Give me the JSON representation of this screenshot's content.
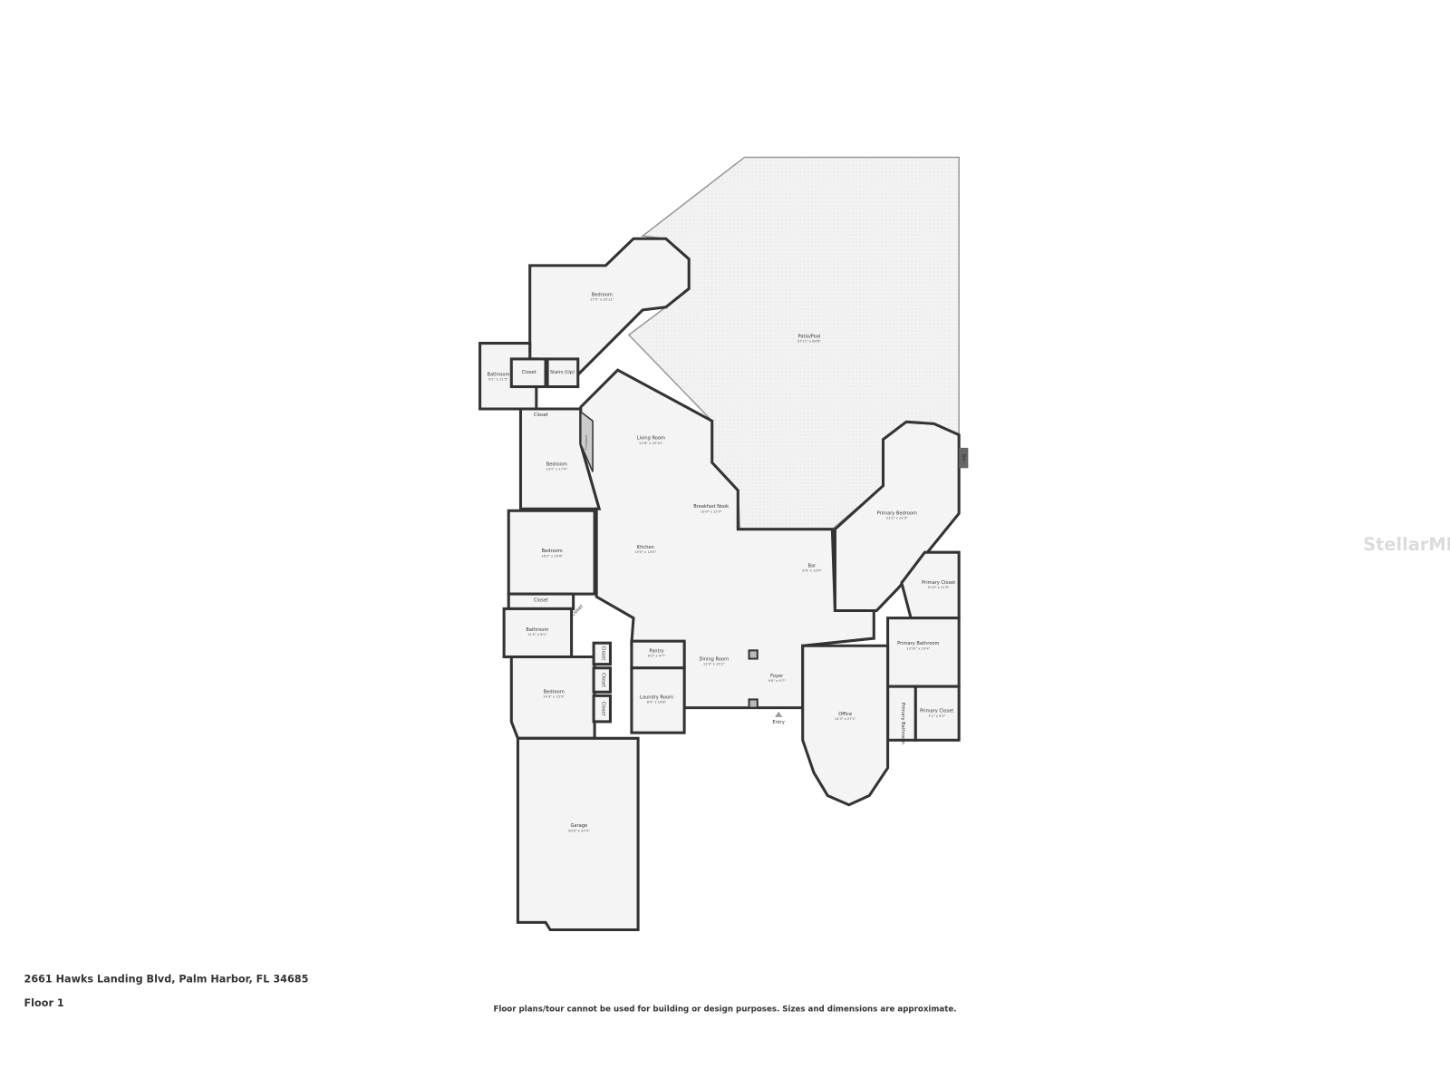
{
  "address": "2661 Hawks Landing Blvd, Palm Harbor, FL 34685",
  "floor": "Floor 1",
  "disclaimer": "Floor plans/tour cannot be used for building or design purposes. Sizes and dimensions are approximate.",
  "watermark": "StellarMLS",
  "entry_label": "Entry",
  "fireplace_label": "Fireplace",
  "rooms": [
    {
      "name": "Patio/Pool",
      "dims": "37'11\" x 64'6\""
    },
    {
      "name": "Bedroom",
      "dims": "27'5\" x 20'11\""
    },
    {
      "name": "Bathroom",
      "dims": "8'1\" x 11'5\""
    },
    {
      "name": "Closet",
      "dims": ""
    },
    {
      "name": "Stairs (Up)",
      "dims": ""
    },
    {
      "name": "Closet",
      "dims": ""
    },
    {
      "name": "Living Room",
      "dims": "22'8\" x 25'10\""
    },
    {
      "name": "Bedroom",
      "dims": "13'2\" x 17'4\""
    },
    {
      "name": "Breakfast Nook",
      "dims": "10'9\" x 12'9\""
    },
    {
      "name": "Primary Bedroom",
      "dims": "21'2\" x 22'9\""
    },
    {
      "name": "Kitchen",
      "dims": "15'5\" x 14'5\""
    },
    {
      "name": "Bedroom",
      "dims": "16'1\" x 10'6\""
    },
    {
      "name": "Bar",
      "dims": "9'6\" x 13'0\""
    },
    {
      "name": "Primary Closet",
      "dims": "9'10\" x 11'9\""
    },
    {
      "name": "Closet",
      "dims": ""
    },
    {
      "name": "Bathroom",
      "dims": "11'5\" x 8'1\""
    },
    {
      "name": "Pantry",
      "dims": "6'3\" x 4'7\""
    },
    {
      "name": "Primary Bathroom",
      "dims": "13'10\" x 19'4\""
    },
    {
      "name": "Dining Room",
      "dims": "11'9\" x 15'2\""
    },
    {
      "name": "Foyer",
      "dims": "9'0\" x 9'7\""
    },
    {
      "name": "Bedroom",
      "dims": "14'3\" x 15'9\""
    },
    {
      "name": "Laundry Room",
      "dims": "8'9\" x 10'8\""
    },
    {
      "name": "Office",
      "dims": "14'3\" x 27'1\""
    },
    {
      "name": "Primary Closet",
      "dims": "7'1\" x 9'3\""
    },
    {
      "name": "Garage",
      "dims": "20'6\" x 37'9\""
    },
    {
      "name": "Closet",
      "dims": ""
    },
    {
      "name": "Closet",
      "dims": ""
    },
    {
      "name": "Closet",
      "dims": ""
    },
    {
      "name": "Closet",
      "dims": ""
    },
    {
      "name": "Primary Bathroom",
      "dims": ""
    },
    {
      "name": "Bar",
      "dims": ""
    }
  ]
}
